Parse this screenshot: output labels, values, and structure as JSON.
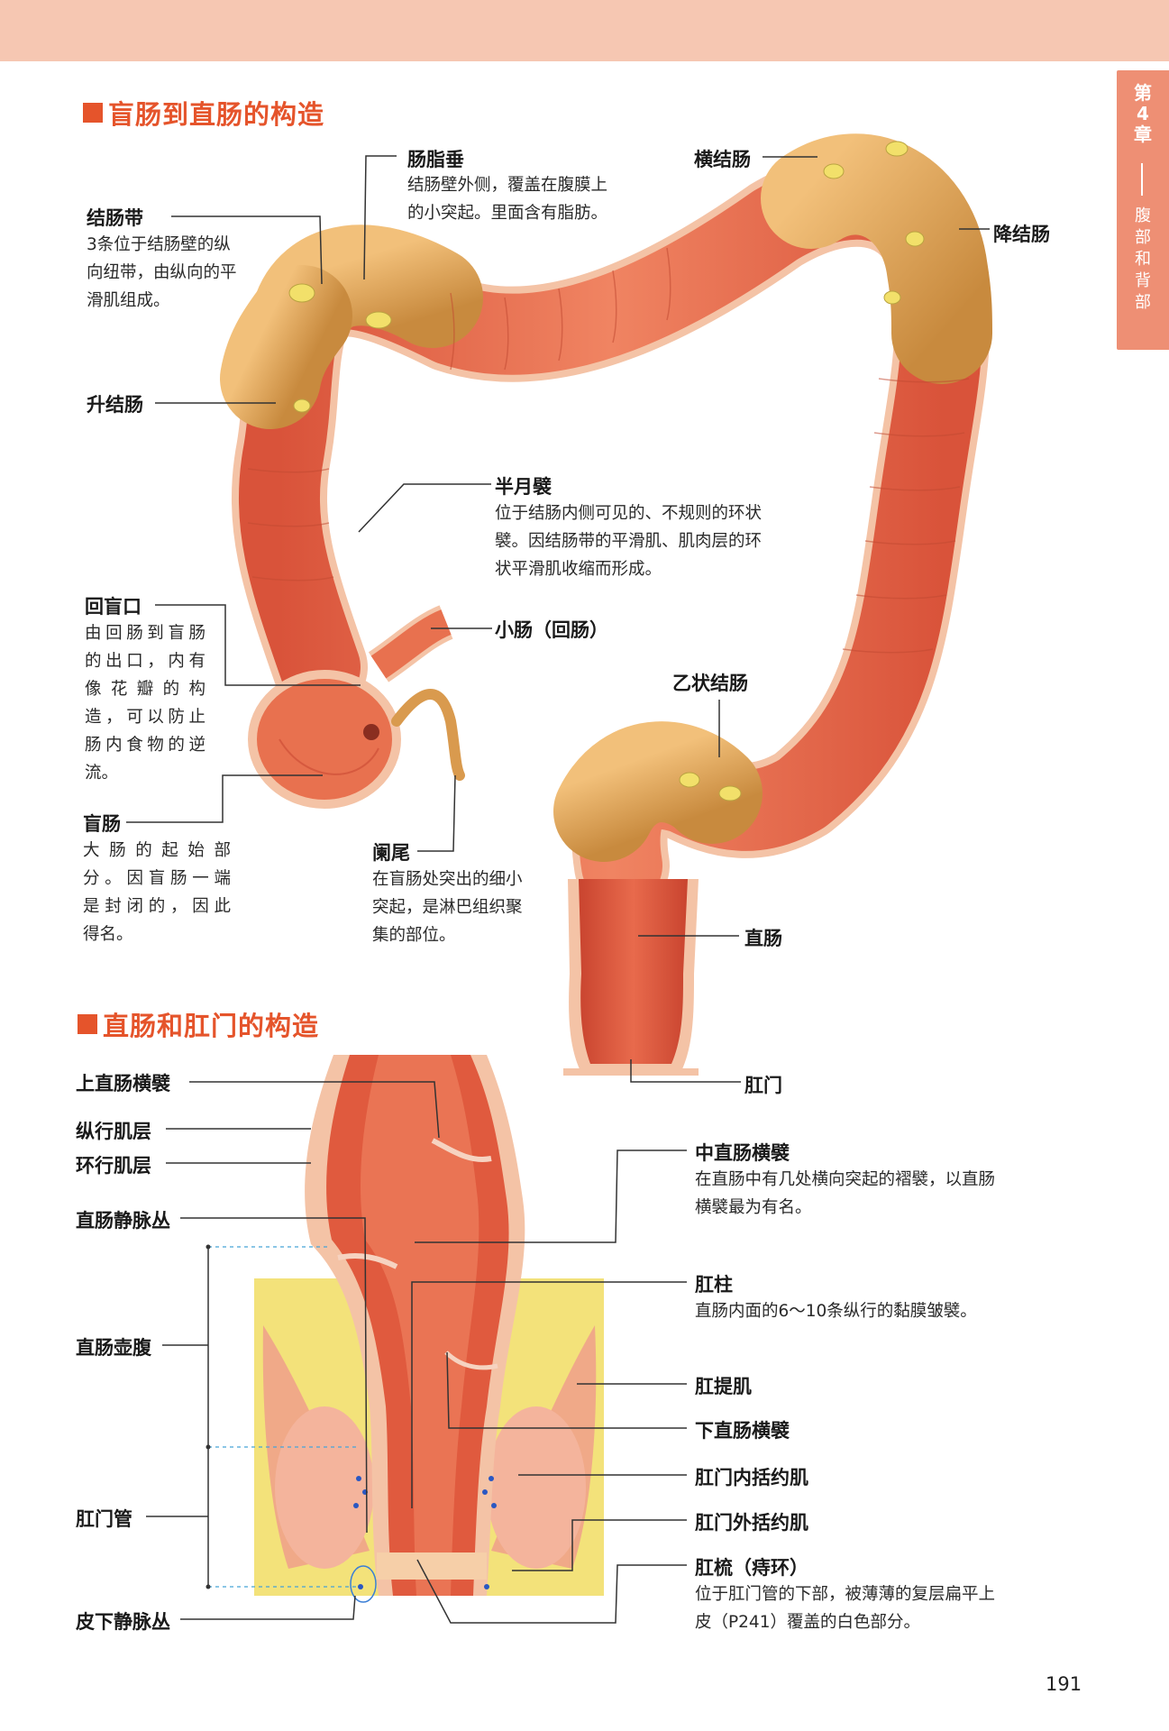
{
  "colors": {
    "accent": "#e5542b",
    "tab": "#ee8f74",
    "band": "#f6c7b2",
    "colon_wall": "#e88a5f",
    "colon_inner": "#ee7054",
    "colon_outer": "#d9a45a",
    "fat": "#f2e06a"
  },
  "side_tab": {
    "chapter": [
      "第",
      "4",
      "章"
    ],
    "section": [
      "腹",
      "部",
      "和",
      "背",
      "部"
    ]
  },
  "section1": {
    "title": "盲肠到直肠的构造",
    "labels": {
      "changzhichui": "肠脂垂",
      "changzhichui_desc": [
        "结肠壁外侧，覆盖在腹膜上",
        "的小突起。里面含有脂肪。"
      ],
      "hengjiechang": "横结肠",
      "jiangjiechang": "降结肠",
      "jiechangdai": "结肠带",
      "jiechangdai_desc": [
        "3条位于结肠壁的纵",
        "向纽带，由纵向的平",
        "滑肌组成。"
      ],
      "shengjiechang": "升结肠",
      "banyuezhou": "半月襞",
      "banyuezhou_desc": [
        "位于结肠内侧可见的、不规则的环状",
        "襞。因结肠带的平滑肌、肌肉层的环",
        "状平滑肌收缩而形成。"
      ],
      "huimangkou": "回盲口",
      "huimangkou_desc": [
        "由回肠到盲肠",
        "的出口，内有",
        "像花瓣的构",
        "造，可以防止",
        "肠内食物的逆",
        "流。"
      ],
      "xiaochang": "小肠（回肠）",
      "yizhuangjiechang": "乙状结肠",
      "mangchang": "盲肠",
      "mangchang_desc": [
        "大肠的起始部",
        "分。因盲肠一端",
        "是封闭的，因此",
        "得名。"
      ],
      "lanwei": "阑尾",
      "lanwei_desc": [
        "在盲肠处突出的细小",
        "突起，是淋巴组织聚",
        "集的部位。"
      ],
      "zhichang": "直肠",
      "ganmen": "肛门"
    }
  },
  "section2": {
    "title": "直肠和肛门的构造",
    "labels": {
      "shang_hengzhou": "上直肠横襞",
      "zongxing": "纵行肌层",
      "huanxing": "环行肌层",
      "jingmaicong": "直肠静脉丛",
      "hufu": "直肠壶腹",
      "ganmenguan": "肛门管",
      "pixia": "皮下静脉丛",
      "zhong_hengzhou": "中直肠横襞",
      "zhong_hengzhou_desc": [
        "在直肠中有几处横向突起的褶襞，以直肠",
        "横襞最为有名。"
      ],
      "ganzhu": "肛柱",
      "ganzhu_desc": [
        "直肠内面的6～10条纵行的黏膜皱襞。"
      ],
      "gantiji": "肛提肌",
      "xia_hengzhou": "下直肠横襞",
      "nei_kuoyueji": "肛门内括约肌",
      "wai_kuoyueji": "肛门外括约肌",
      "ganshu": "肛梳（痔环）",
      "ganshu_desc": [
        "位于肛门管的下部，被薄薄的复层扁平上",
        "皮（P241）覆盖的白色部分。"
      ]
    }
  },
  "page_number": "191"
}
